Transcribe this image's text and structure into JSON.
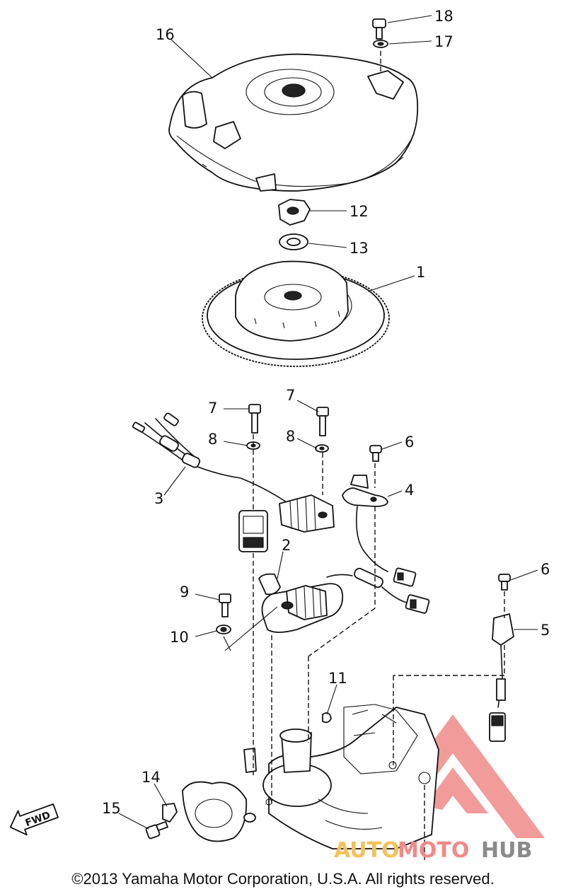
{
  "callouts": {
    "c1": "1",
    "c2": "2",
    "c3": "3",
    "c4": "4",
    "c5": "5",
    "c6a": "6",
    "c6b": "6",
    "c7a": "7",
    "c7b": "7",
    "c8a": "8",
    "c8b": "8",
    "c9": "9",
    "c10": "10",
    "c11": "11",
    "c12": "12",
    "c13": "13",
    "c14": "14",
    "c15": "15",
    "c16": "16",
    "c17": "17",
    "c18": "18"
  },
  "fwd_label": "FWD",
  "watermark": {
    "text_auto": "AUTO",
    "text_moto": "MOTO",
    "text_hub": "HUB",
    "accent": "#f08a8a",
    "gold": "#f5c15a",
    "grey": "#8a8a8a"
  },
  "copyright": "©2013 Yamaha Motor Corporation, U.S.A. All rights reserved."
}
